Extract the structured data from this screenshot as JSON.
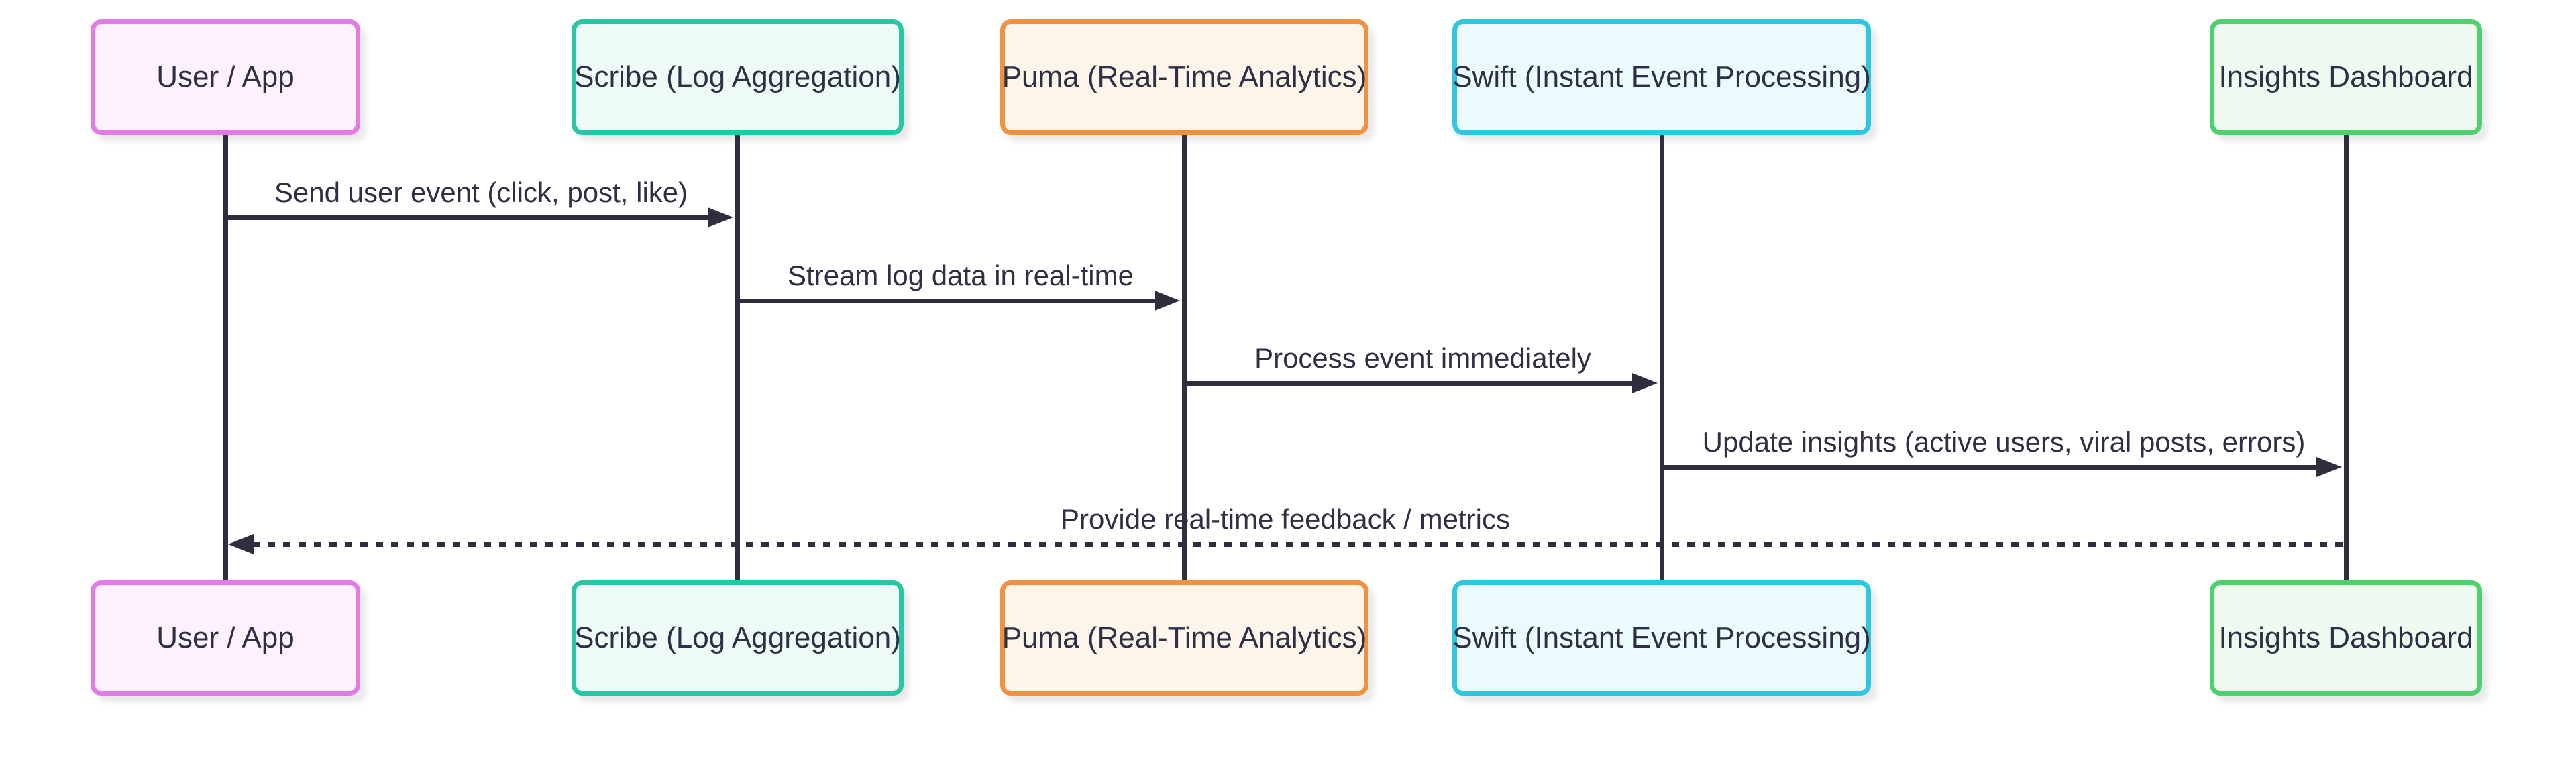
{
  "css_vars": {
    "background": "#FFFFFF",
    "text-color": "#2E2E45",
    "line-color": "#2E2E3F"
  },
  "diagram": {
    "type": "sequence-diagram",
    "actors": [
      {
        "id": "user-app",
        "label": "User / App",
        "border_color": "#E27BE8",
        "fill_color": "#FCF1FC"
      },
      {
        "id": "scribe",
        "label": "Scribe (Log Aggregation)",
        "border_color": "#27C7A6",
        "fill_color": "#EDFAF6"
      },
      {
        "id": "puma",
        "label": "Puma (Real-Time Analytics)",
        "border_color": "#F0913F",
        "fill_color": "#FDF4EA"
      },
      {
        "id": "swift",
        "label": "Swift (Instant Event Processing)",
        "border_color": "#2FC6E2",
        "fill_color": "#EBFAFD"
      },
      {
        "id": "insights-dashboard",
        "label": "Insights Dashboard",
        "border_color": "#4ED16C",
        "fill_color": "#EEF9EF"
      }
    ],
    "messages": [
      {
        "from": "user-app",
        "to": "scribe",
        "text": "Send user event (click, post, like)",
        "line_style": "solid",
        "direction": "right"
      },
      {
        "from": "scribe",
        "to": "puma",
        "text": "Stream log data in real-time",
        "line_style": "solid",
        "direction": "right"
      },
      {
        "from": "puma",
        "to": "swift",
        "text": "Process event immediately",
        "line_style": "solid",
        "direction": "right"
      },
      {
        "from": "swift",
        "to": "insights-dashboard",
        "text": "Update insights (active users, viral posts, errors)",
        "line_style": "solid",
        "direction": "right"
      },
      {
        "from": "insights-dashboard",
        "to": "user-app",
        "text": "Provide real-time feedback / metrics",
        "line_style": "dotted",
        "direction": "left"
      }
    ]
  }
}
